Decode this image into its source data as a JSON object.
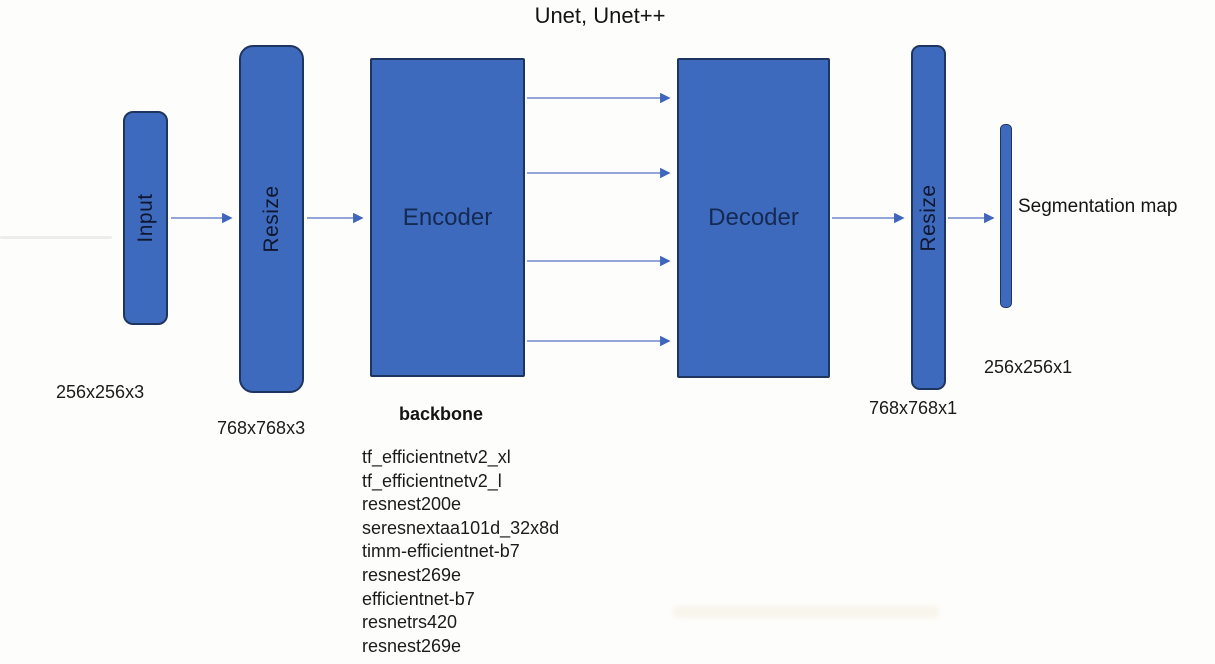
{
  "title": "Unet, Unet++",
  "nodes": {
    "input": {
      "label": "Input",
      "dims": "256x256x3"
    },
    "resize_in": {
      "label": "Resize",
      "dims": "768x768x3"
    },
    "encoder": {
      "label": "Encoder"
    },
    "decoder": {
      "label": "Decoder"
    },
    "resize_out": {
      "label": "Resize",
      "dims": "768x768x1"
    },
    "segmentation_map": {
      "label": "Segmentation map",
      "dims": "256x256x1"
    }
  },
  "backbone": {
    "heading": "backbone",
    "items": [
      "tf_efficientnetv2_xl",
      "tf_efficientnetv2_l",
      "resnest200e",
      "seresnextaa101d_32x8d",
      "timm-efficientnet-b7",
      "resnest269e",
      "efficientnet-b7",
      "resnetrs420",
      "resnest269e"
    ]
  },
  "colors": {
    "box_fill": "#3e6abe",
    "box_border": "#1e3560",
    "arrow_line": "#7288ce",
    "arrow_head": "#3f66bb",
    "text": "#141414"
  }
}
